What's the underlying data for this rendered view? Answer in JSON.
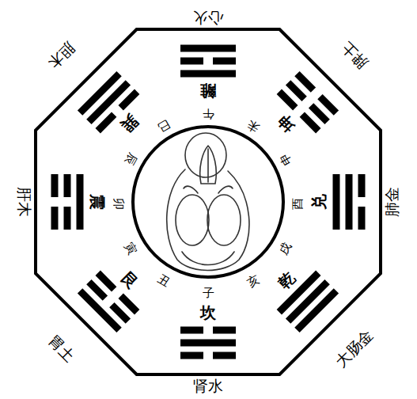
{
  "diagram": {
    "labels": [
      "心火",
      "脾土",
      "肺金",
      "大肠金",
      "肾水",
      "胃土",
      "肝木",
      "胆木",
      "離",
      "坤",
      "兑",
      "乾",
      "坎",
      "艮",
      "震",
      "巽",
      "午",
      "未",
      "申",
      "酉",
      "戌",
      "亥",
      "子",
      "丑",
      "寅",
      "卯",
      "辰",
      "巳"
    ]
  }
}
